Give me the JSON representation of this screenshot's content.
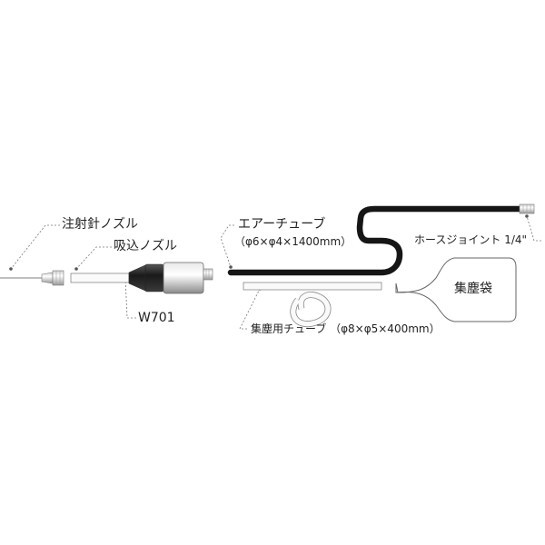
{
  "labels": {
    "needle_nozzle": "注射針ノズル",
    "suction_nozzle": "吸込ノズル",
    "model": "W701",
    "air_tube": "エアーチューブ",
    "air_tube_spec": "（φ6×φ4×1400mm）",
    "hose_joint": "ホースジョイント 1/4\"",
    "dust_bag": "集塵袋",
    "dust_tube": "集塵用チューブ （φ8×φ5×400mm）"
  }
}
